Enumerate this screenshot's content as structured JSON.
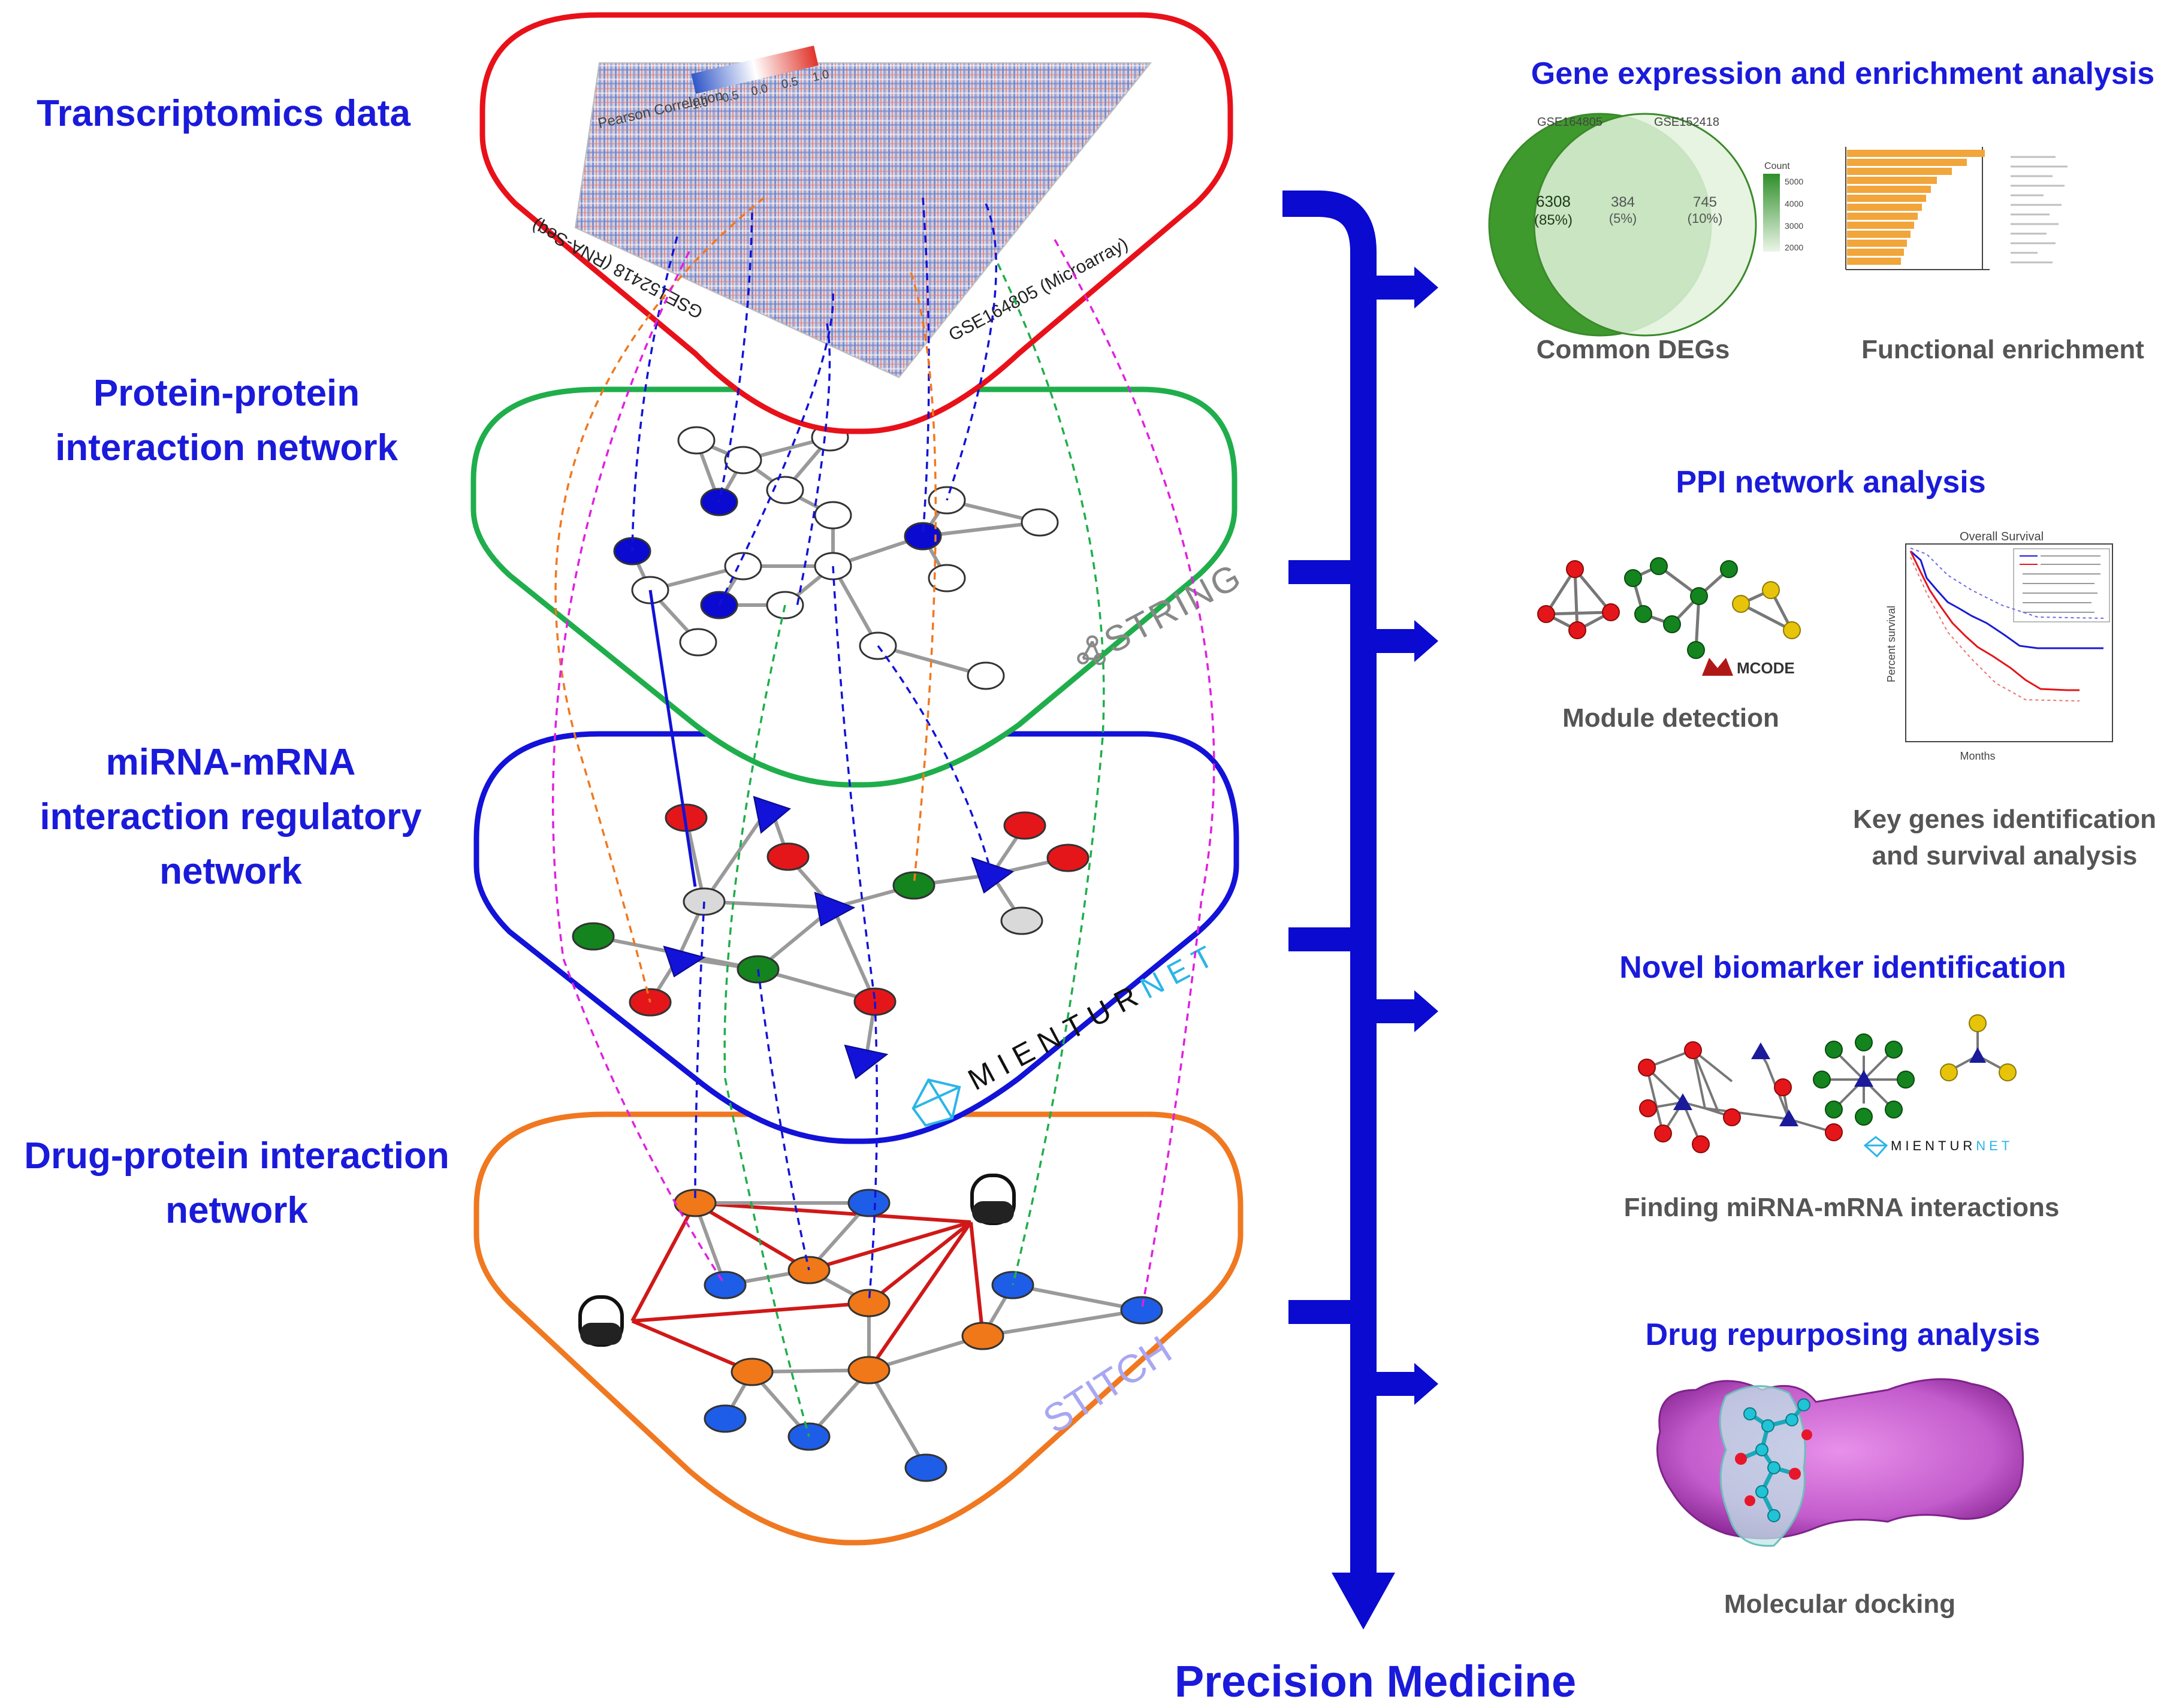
{
  "left_labels": {
    "transcriptomics": "Transcriptomics data",
    "ppi_line1": "Protein-protein",
    "ppi_line2": "interaction network",
    "mirna_line1": "miRNA-mRNA",
    "mirna_line2": "interaction regulatory",
    "mirna_line3": "network",
    "drug_line1": "Drug-protein interaction",
    "drug_line2": "network"
  },
  "heatmap": {
    "legend_label": "Pearson Correlation",
    "legend_ticks": [
      "-1.0",
      "-0.5",
      "0.0",
      "0.5",
      "1.0"
    ],
    "axis_label_1": "GSE164805 (Microarray)",
    "axis_label_2": "GSE152418 (RNA-Seq)"
  },
  "layer_logos": {
    "string": "STRING",
    "mienturnet_a": "MIENTUR",
    "mienturnet_b": "NET",
    "stitch": "STITCH"
  },
  "sections": {
    "s1_title": "Gene expression and enrichment analysis",
    "s1_cap_a": "Common DEGs",
    "s1_cap_b": "Functional enrichment",
    "s2_title": "PPI network analysis",
    "s2_cap_a": "Module detection",
    "s2_cap_b_1": "Key genes identification",
    "s2_cap_b_2": "and survival analysis",
    "s2_mcode": "MCODE",
    "s3_title": "Novel biomarker identification",
    "s3_cap": "Finding miRNA-mRNA interactions",
    "s3_logo_a": "MIENTUR",
    "s3_logo_b": "NET",
    "s4_title": "Drug repurposing analysis",
    "s4_cap": "Molecular docking"
  },
  "venn": {
    "left_set": "GSE164805",
    "right_set": "GSE152418",
    "left_count": "6308",
    "left_pct": "(85%)",
    "mid_count": "384",
    "mid_pct": "(5%)",
    "right_count": "745",
    "right_pct": "(10%)",
    "scale_title": "Count",
    "scale_ticks": [
      "5000",
      "4000",
      "3000",
      "2000"
    ]
  },
  "survival": {
    "title": "Overall Survival",
    "ylabel": "Percent survival",
    "xlabel": "Months"
  },
  "bottom_title": "Precision Medicine",
  "colors": {
    "title_blue": "#1a1adb",
    "arrow_blue": "#0a0ad0",
    "layer_red": "#e8111a",
    "layer_green": "#1fae4b",
    "layer_blue": "#1212d8",
    "layer_orange": "#f07820"
  }
}
